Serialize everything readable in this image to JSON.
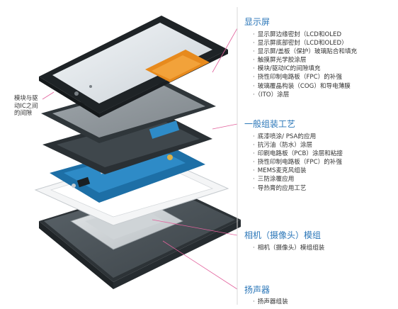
{
  "callout": {
    "lines": [
      "模块与驱",
      "动IC之间",
      "的间隙"
    ]
  },
  "sections": [
    {
      "title": "显示屏",
      "items": [
        "显示屏边缘密封（LCD和OLED",
        "显示屏底部密封（LCD和OLED）",
        "显示屏/盖板（保护）玻璃贴合和填充",
        "触摸屏光学胶涂层",
        "模块/驱动IC的间隙填充",
        "挠性印制电路板（FPC）的补强",
        "玻璃覆晶构装（COG）和导电薄膜",
        "（ITO）涂层"
      ]
    },
    {
      "title": "一般组装工艺",
      "items": [
        "底漆喷涂/ PSA的应用",
        "抗污油（防水）涂层",
        "印刷电路板（PCB）涂层和粘接",
        "挠性印制电路板（FPC）的补强",
        "MEMS麦克风组装",
        "三防涂覆应用",
        "导热膏的应用工艺"
      ]
    },
    {
      "title": "相机（摄像头）模组",
      "items": [
        "相机（摄像头）模组组装"
      ]
    },
    {
      "title": "扬声器",
      "items": [
        "扬声器组装"
      ]
    }
  ],
  "colors": {
    "accent": "#2a76b8",
    "leader": "#e2619c",
    "divider": "#d9d9d9"
  }
}
